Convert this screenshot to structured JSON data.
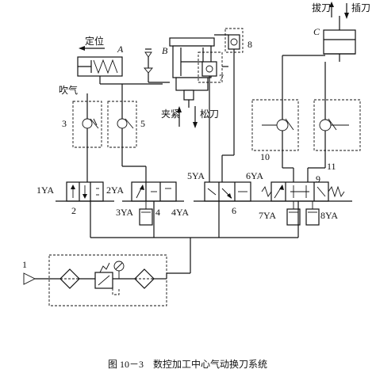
{
  "labels": {
    "positioning": "定位",
    "blow": "吹气",
    "clamp": "夹紧",
    "release": "松刀",
    "pull_tool": "拔刀",
    "insert_tool": "插刀",
    "cyl_A": "A",
    "cyl_B": "B",
    "cyl_C": "C"
  },
  "component_numbers": {
    "n1": "1",
    "n2": "2",
    "n3": "3",
    "n4": "4",
    "n5": "5",
    "n6": "6",
    "n7": "7",
    "n8": "8",
    "n9": "9",
    "n10": "10",
    "n11": "11"
  },
  "solenoids": {
    "s1": "1YA",
    "s2": "2YA",
    "s3": "3YA",
    "s4": "4YA",
    "s5": "5YA",
    "s6": "6YA",
    "s7": "7YA",
    "s8": "8YA"
  },
  "caption": "图 10－3　数控加工中心气动换刀系统"
}
